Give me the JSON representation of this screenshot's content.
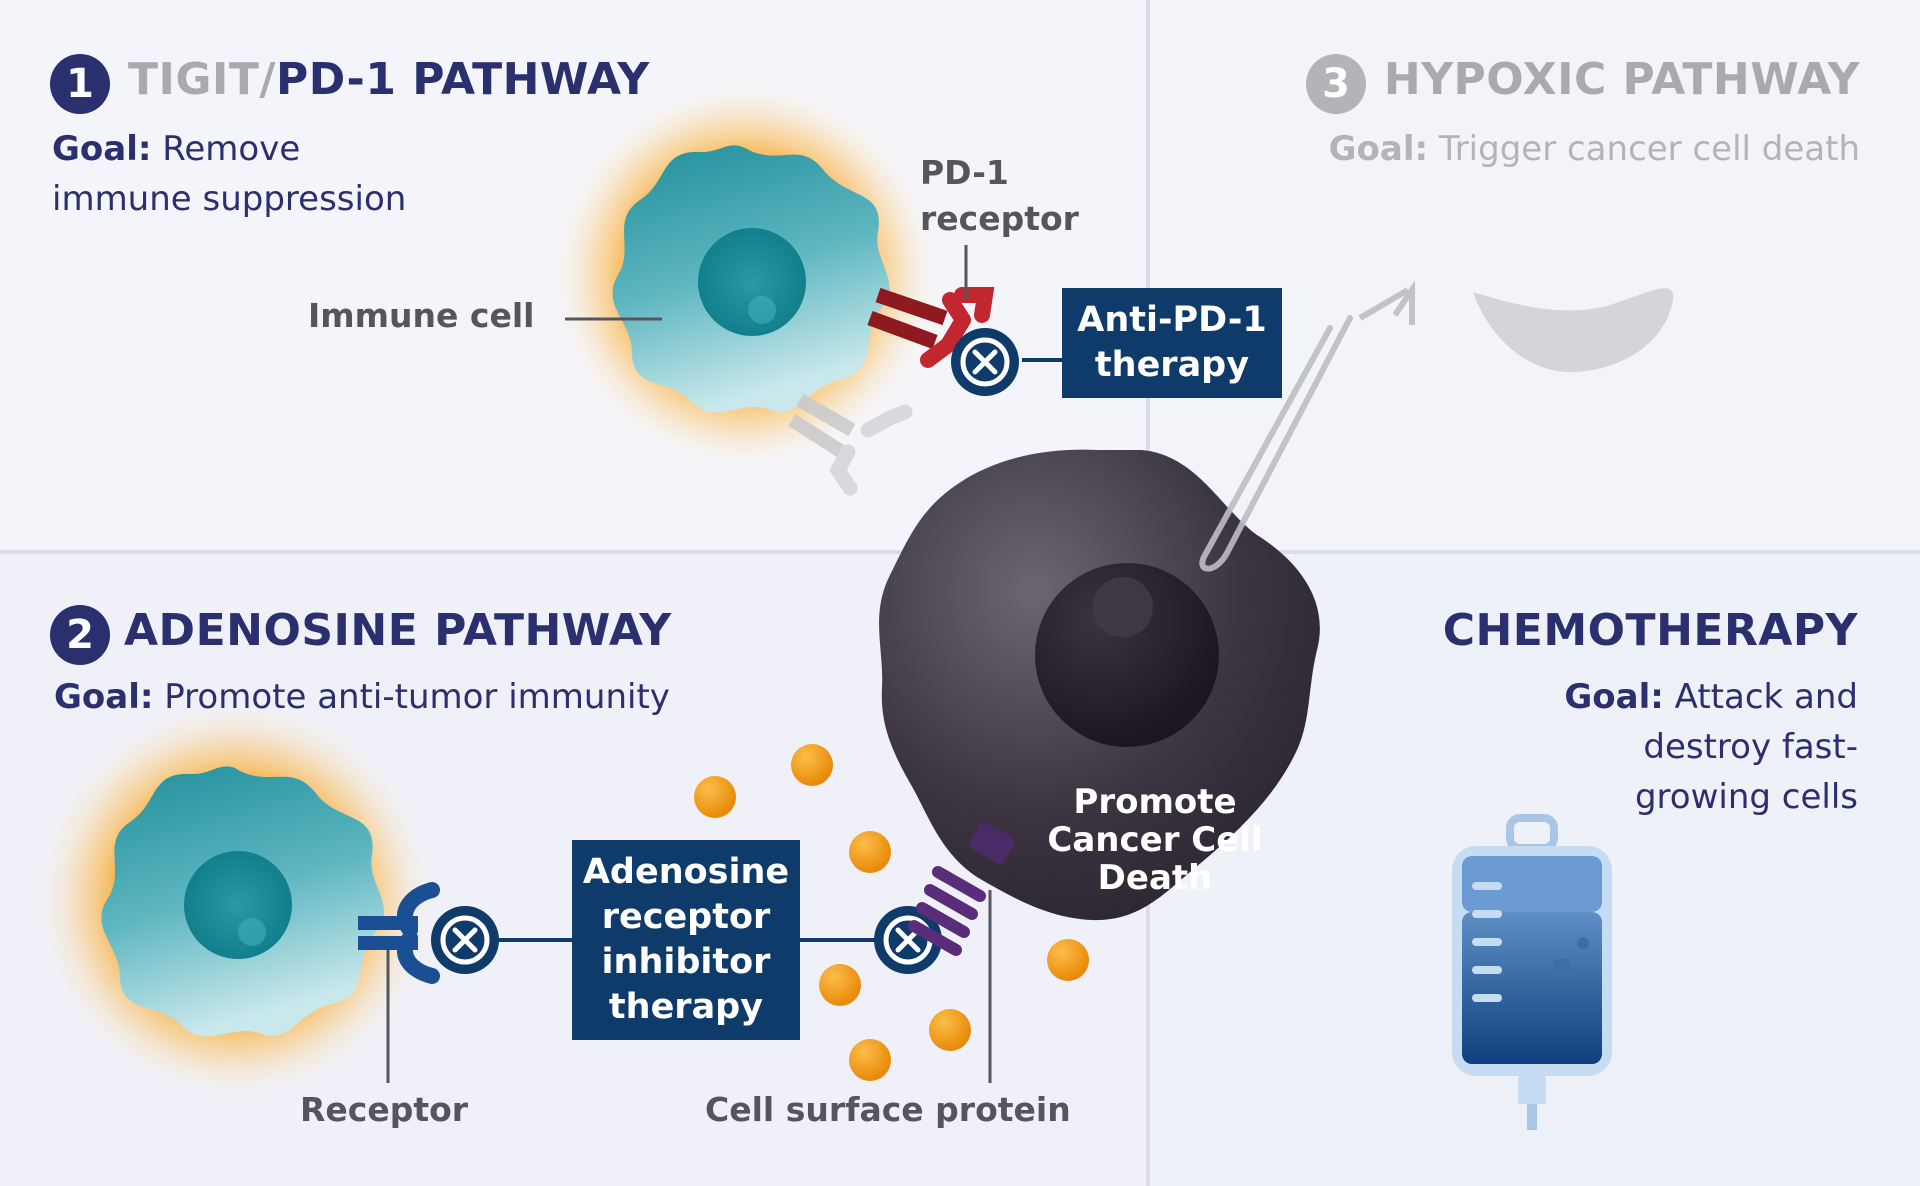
{
  "panel1": {
    "number": "1",
    "title_part1": "TIGIT/",
    "title_part2": "PD-1 PATHWAY",
    "goal_label": "Goal:",
    "goal_text_line1": "Remove",
    "goal_text_line2": "immune suppression",
    "immune_cell_label": "Immune cell",
    "pd1_label_line1": "PD-1",
    "pd1_label_line2": "receptor",
    "therapy_line1": "Anti-PD-1",
    "therapy_line2": "therapy"
  },
  "panel2": {
    "number": "2",
    "title": "ADENOSINE PATHWAY",
    "goal_label": "Goal:",
    "goal_text": "Promote anti-tumor immunity",
    "receptor_label": "Receptor",
    "surface_protein_label": "Cell surface protein",
    "therapy_line1": "Adenosine",
    "therapy_line2": "receptor",
    "therapy_line3": "inhibitor",
    "therapy_line4": "therapy"
  },
  "panel3": {
    "number": "3",
    "title": "HYPOXIC PATHWAY",
    "goal_label": "Goal:",
    "goal_text": "Trigger cancer cell death"
  },
  "panel4": {
    "title": "CHEMOTHERAPY",
    "goal_label": "Goal:",
    "goal_text_line1": "Attack and",
    "goal_text_line2": "destroy fast-",
    "goal_text_line3": "growing cells"
  },
  "center": {
    "line1": "Promote",
    "line2": "Cancer Cell",
    "line3": "Death"
  },
  "colors": {
    "navy": "#2a2f6e",
    "therapy_box": "#0f3b6a",
    "muted_grey": "#a9aab0",
    "pd1_red": "#b3222a",
    "cell_teal": "#2a9aa6",
    "adenosine_orange": "#f59a1b"
  }
}
